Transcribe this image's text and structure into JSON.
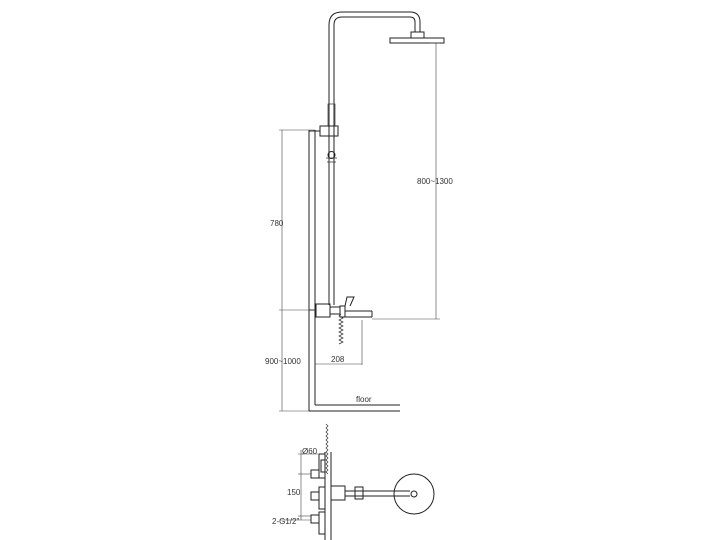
{
  "dimensions": {
    "showerhead_height": "800~1300",
    "rail_length": "780",
    "mixer_height": "900~1000",
    "spout_reach": "208"
  },
  "labels": {
    "floor": "floor",
    "escutcheon_diameter": "Ø60",
    "inlet_spacing": "150",
    "inlet_thread": "2-G1/2\""
  }
}
